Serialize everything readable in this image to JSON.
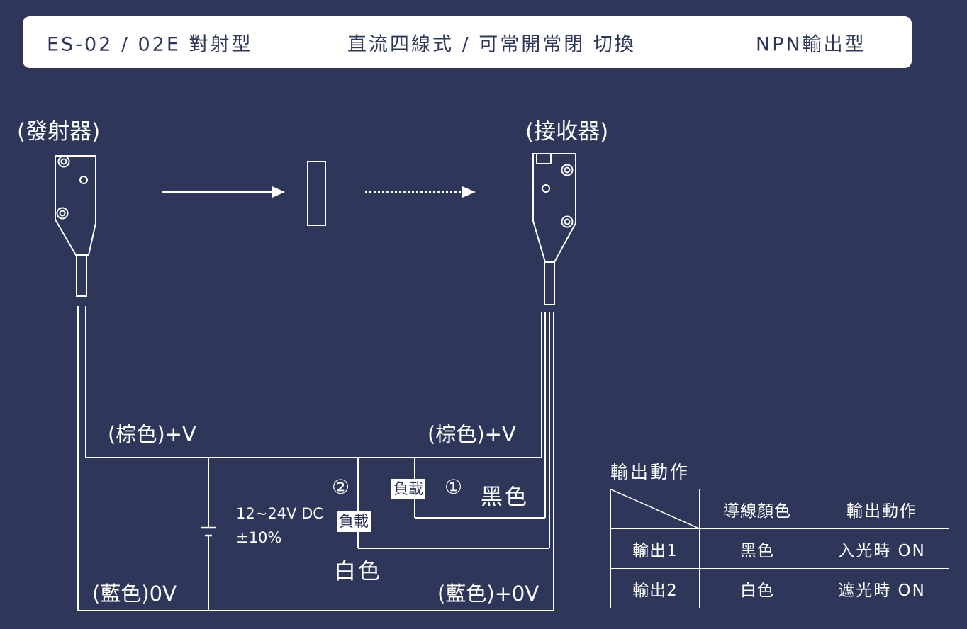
{
  "header": {
    "model": "ES-02 / 02E 對射型",
    "wiring": "直流四線式 / 可常開常閉 切換",
    "output": "NPN輸出型"
  },
  "diagram": {
    "emitter_label": "(發射器)",
    "receiver_label": "(接收器)",
    "brown_left": "(棕色)+V",
    "brown_right": "(棕色)+V",
    "blue_left": "(藍色)0V",
    "blue_right": "(藍色)+0V",
    "supply_line1": "12~24V DC",
    "supply_line2": "±10%",
    "load_1": "負載",
    "load_2": "負載",
    "marker_1": "①",
    "marker_2": "②",
    "black_wire": "黑色",
    "white_wire": "白色"
  },
  "table": {
    "title": "輸出動作",
    "headers": [
      "",
      "導線顏色",
      "輸出動作"
    ],
    "rows": [
      [
        "輸出1",
        "黑色",
        "入光時 ON"
      ],
      [
        "輸出2",
        "白色",
        "遮光時 ON"
      ]
    ]
  },
  "colors": {
    "background": "#2e3759",
    "foreground": "#ffffff"
  }
}
